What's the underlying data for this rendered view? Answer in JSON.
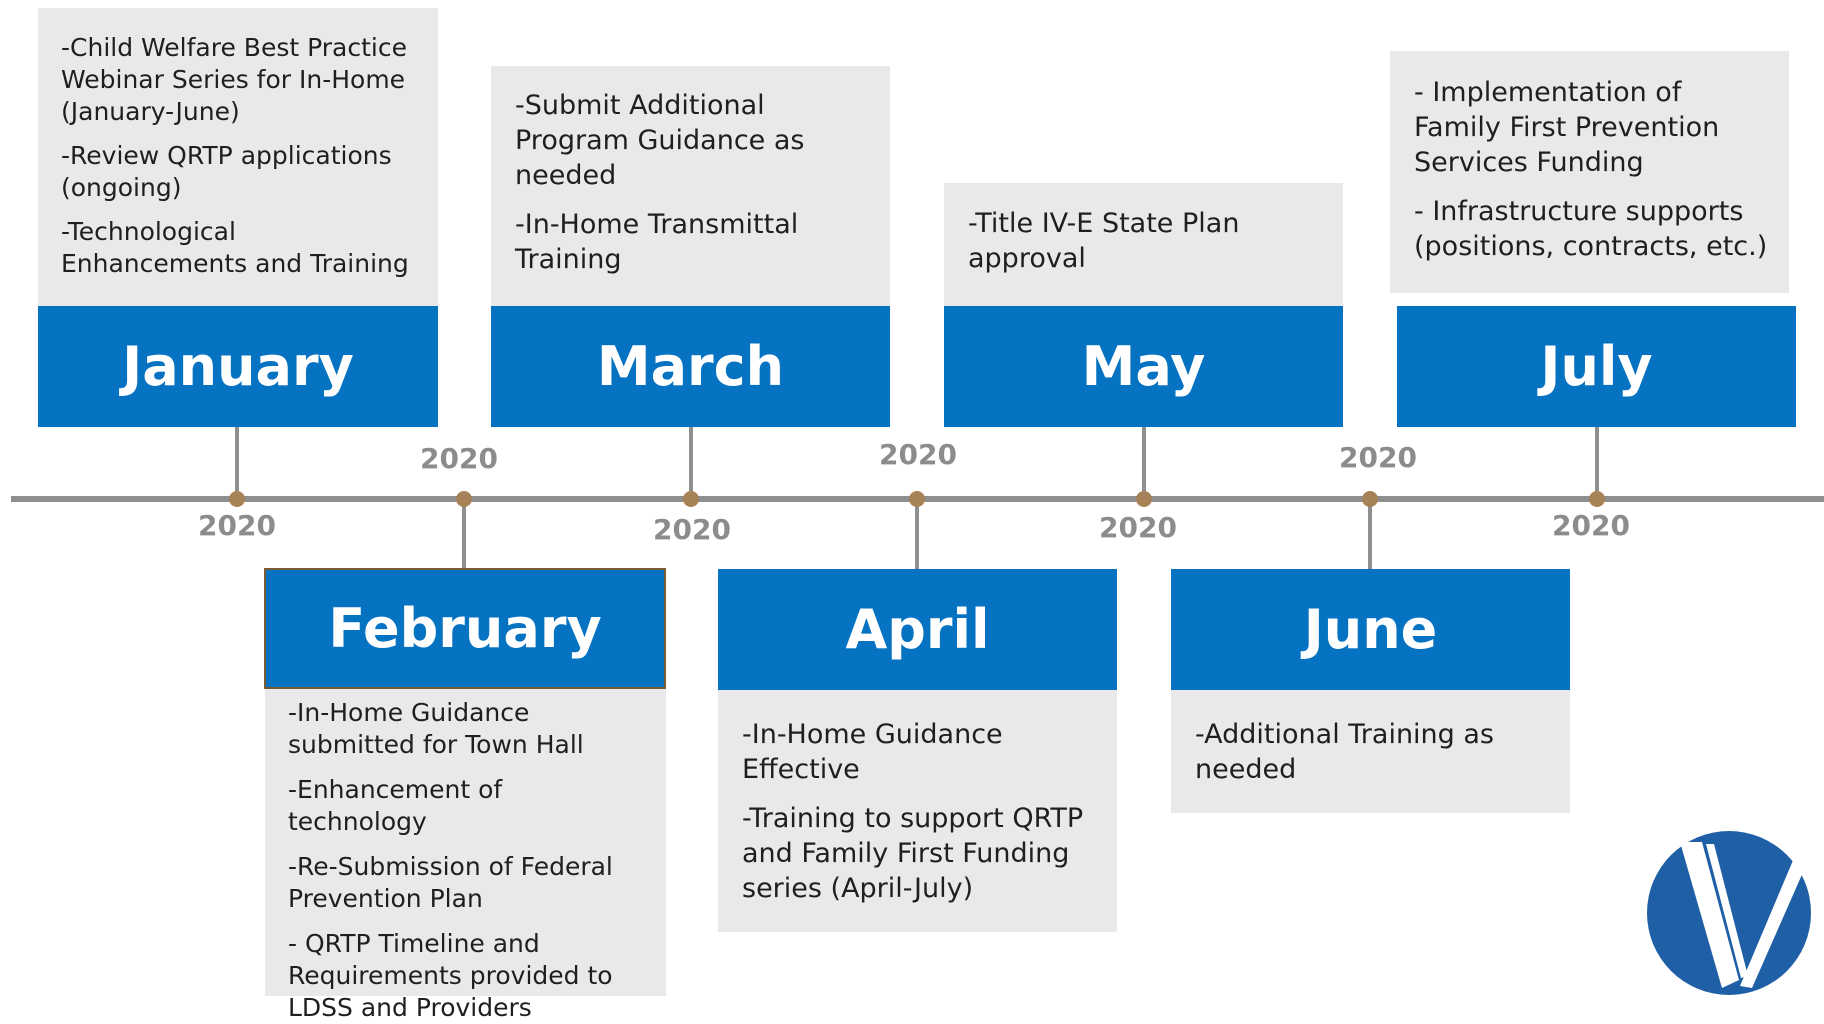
{
  "timeline": {
    "months": [
      {
        "name": "January",
        "year": "2020",
        "notes": [
          "-Child Welfare Best Practice Webinar Series for In-Home (January-June)",
          "-Review QRTP applications (ongoing)",
          "-Technological Enhancements and Training"
        ]
      },
      {
        "name": "February",
        "year": "2020",
        "notes": [
          "-In-Home Guidance submitted for Town Hall",
          "-Enhancement of technology",
          "-Re-Submission of Federal Prevention Plan",
          "- QRTP Timeline and Requirements provided to LDSS and Providers"
        ]
      },
      {
        "name": "March",
        "year": "2020",
        "notes": [
          "-Submit Additional Program Guidance as needed",
          "-In-Home Transmittal Training"
        ]
      },
      {
        "name": "April",
        "year": "2020",
        "notes": [
          "-In-Home Guidance Effective",
          "-Training to support QRTP and Family First Funding series (April-July)"
        ]
      },
      {
        "name": "May",
        "year": "2020",
        "notes": [
          "-Title IV-E State Plan approval"
        ]
      },
      {
        "name": "June",
        "year": "2020",
        "notes": [
          "-Additional Training as needed"
        ]
      },
      {
        "name": "July",
        "year": "2020",
        "notes": [
          "- Implementation of Family First Prevention Services Funding",
          "- Infrastructure supports (positions, contracts, etc.)"
        ]
      }
    ]
  },
  "colors": {
    "month_box": "#0572c2",
    "note_box": "#e9e9e9",
    "axis": "#8f8f8f",
    "dot": "#a88257",
    "year_text": "#8c8c8c",
    "logo": "#1f5fa6"
  },
  "logo": {
    "icon": "v-logo-icon"
  }
}
